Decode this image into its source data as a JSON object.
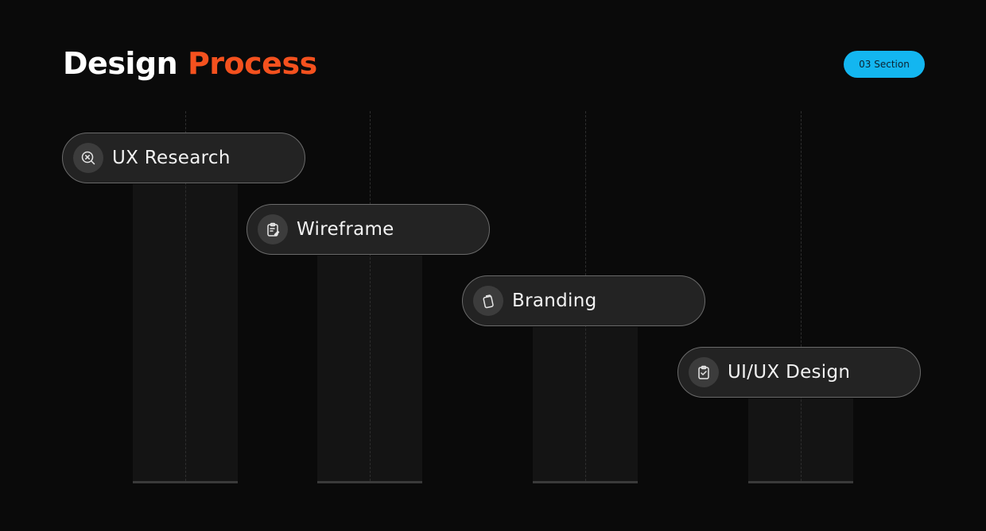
{
  "title": {
    "main": "Design",
    "accent": "Process"
  },
  "badge": "03 Section",
  "steps": [
    {
      "label": "UX Research",
      "icon": "search-x-icon"
    },
    {
      "label": "Wireframe",
      "icon": "clipboard-edit-icon"
    },
    {
      "label": "Branding",
      "icon": "cards-icon"
    },
    {
      "label": "UI/UX Design",
      "icon": "clipboard-check-icon"
    }
  ],
  "colors": {
    "accent": "#f4511e",
    "badge": "#13b6f0",
    "background": "#0a0a0a"
  }
}
